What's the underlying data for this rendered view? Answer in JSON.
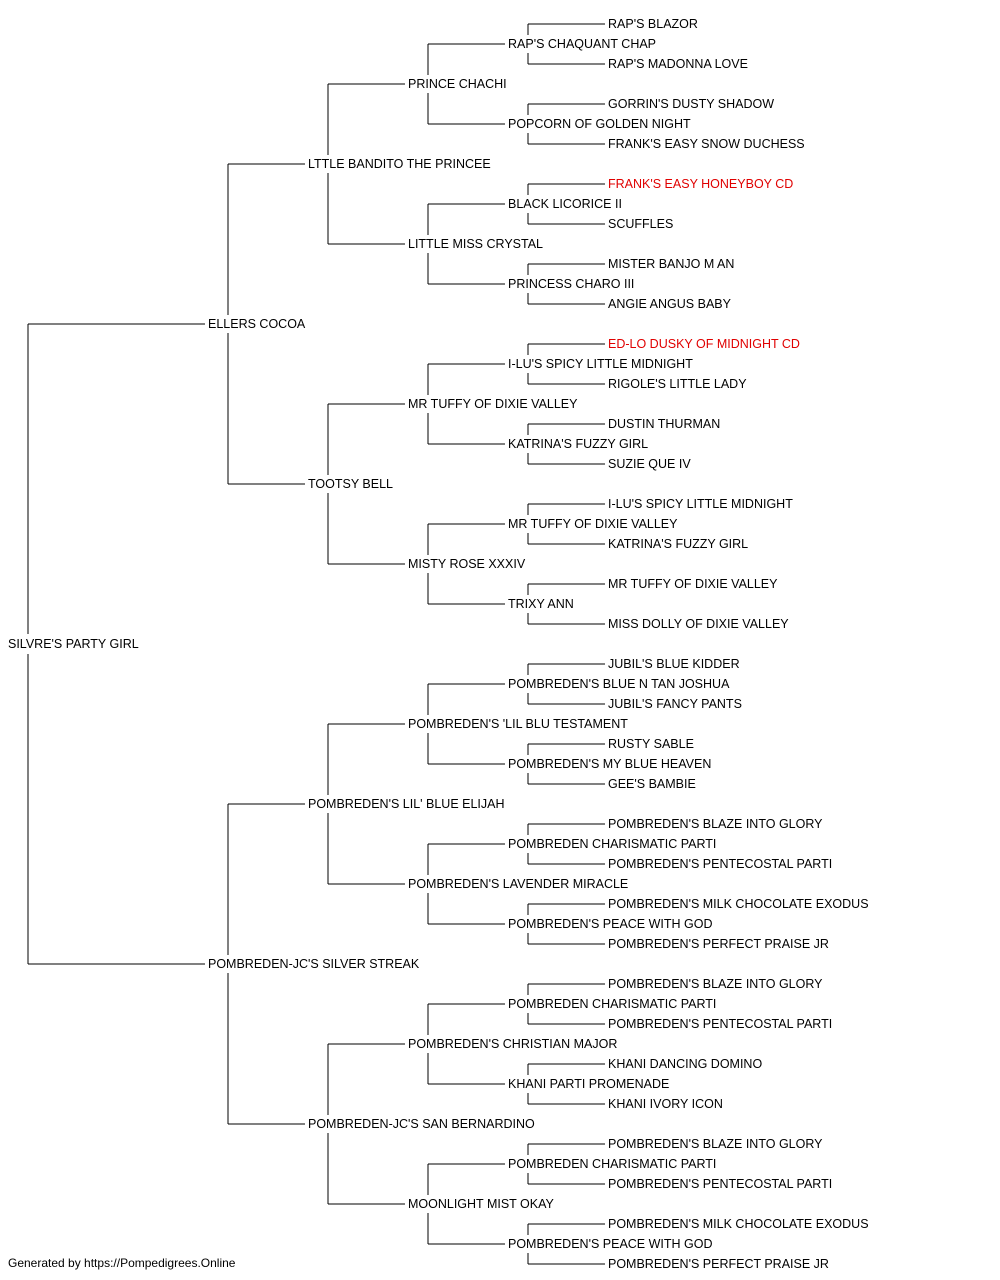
{
  "pedigree": {
    "name": "SILVRE'S PARTY GIRL",
    "sire": {
      "name": "ELLERS COCOA",
      "sire": {
        "name": "LTTLE BANDITO THE PRINCEE",
        "sire": {
          "name": "PRINCE CHACHI",
          "sire": {
            "name": "RAP'S CHAQUANT CHAP",
            "sire": {
              "name": "RAP'S BLAZOR"
            },
            "dam": {
              "name": "RAP'S MADONNA LOVE"
            }
          },
          "dam": {
            "name": "POPCORN OF GOLDEN NIGHT",
            "sire": {
              "name": "GORRIN'S DUSTY SHADOW"
            },
            "dam": {
              "name": "FRANK'S EASY SNOW DUCHESS"
            }
          }
        },
        "dam": {
          "name": "LITTLE MISS CRYSTAL",
          "sire": {
            "name": "BLACK LICORICE II",
            "sire": {
              "name": "FRANK'S EASY HONEYBOY CD",
              "highlight": true
            },
            "dam": {
              "name": "SCUFFLES"
            }
          },
          "dam": {
            "name": "PRINCESS CHARO III",
            "sire": {
              "name": "MISTER BANJO M AN"
            },
            "dam": {
              "name": "ANGIE ANGUS BABY"
            }
          }
        }
      },
      "dam": {
        "name": "TOOTSY BELL",
        "sire": {
          "name": "MR TUFFY OF DIXIE VALLEY",
          "sire": {
            "name": "I-LU'S SPICY LITTLE MIDNIGHT",
            "sire": {
              "name": "ED-LO DUSKY OF MIDNIGHT CD",
              "highlight": true
            },
            "dam": {
              "name": "RIGOLE'S LITTLE LADY"
            }
          },
          "dam": {
            "name": "KATRINA'S FUZZY GIRL",
            "sire": {
              "name": "DUSTIN THURMAN"
            },
            "dam": {
              "name": "SUZIE QUE IV"
            }
          }
        },
        "dam": {
          "name": "MISTY ROSE XXXIV",
          "sire": {
            "name": "MR TUFFY OF DIXIE VALLEY",
            "sire": {
              "name": "I-LU'S SPICY LITTLE MIDNIGHT"
            },
            "dam": {
              "name": "KATRINA'S FUZZY GIRL"
            }
          },
          "dam": {
            "name": "TRIXY ANN",
            "sire": {
              "name": "MR TUFFY OF DIXIE VALLEY"
            },
            "dam": {
              "name": "MISS DOLLY OF DIXIE VALLEY"
            }
          }
        }
      }
    },
    "dam": {
      "name": "POMBREDEN-JC'S SILVER STREAK",
      "sire": {
        "name": "POMBREDEN'S LIL' BLUE ELIJAH",
        "sire": {
          "name": "POMBREDEN'S 'LIL BLU TESTAMENT",
          "sire": {
            "name": "POMBREDEN'S BLUE N TAN JOSHUA",
            "sire": {
              "name": "JUBIL'S BLUE KIDDER"
            },
            "dam": {
              "name": "JUBIL'S FANCY PANTS"
            }
          },
          "dam": {
            "name": "POMBREDEN'S MY BLUE HEAVEN",
            "sire": {
              "name": "RUSTY SABLE"
            },
            "dam": {
              "name": "GEE'S BAMBIE"
            }
          }
        },
        "dam": {
          "name": "POMBREDEN'S LAVENDER MIRACLE",
          "sire": {
            "name": "POMBREDEN CHARISMATIC PARTI",
            "sire": {
              "name": "POMBREDEN'S BLAZE INTO GLORY"
            },
            "dam": {
              "name": "POMBREDEN'S PENTECOSTAL PARTI"
            }
          },
          "dam": {
            "name": "POMBREDEN'S PEACE WITH GOD",
            "sire": {
              "name": "POMBREDEN'S MILK CHOCOLATE EXODUS"
            },
            "dam": {
              "name": "POMBREDEN'S PERFECT PRAISE JR"
            }
          }
        }
      },
      "dam": {
        "name": "POMBREDEN-JC'S SAN BERNARDINO",
        "sire": {
          "name": "POMBREDEN'S CHRISTIAN MAJOR",
          "sire": {
            "name": "POMBREDEN CHARISMATIC PARTI",
            "sire": {
              "name": "POMBREDEN'S BLAZE INTO GLORY"
            },
            "dam": {
              "name": "POMBREDEN'S PENTECOSTAL PARTI"
            }
          },
          "dam": {
            "name": "KHANI PARTI PROMENADE",
            "sire": {
              "name": "KHANI DANCING DOMINO"
            },
            "dam": {
              "name": "KHANI IVORY ICON"
            }
          }
        },
        "dam": {
          "name": "MOONLIGHT MIST OKAY",
          "sire": {
            "name": "POMBREDEN CHARISMATIC PARTI",
            "sire": {
              "name": "POMBREDEN'S BLAZE INTO GLORY"
            },
            "dam": {
              "name": "POMBREDEN'S PENTECOSTAL PARTI"
            }
          },
          "dam": {
            "name": "POMBREDEN'S PEACE WITH GOD",
            "sire": {
              "name": "POMBREDEN'S MILK CHOCOLATE EXODUS"
            },
            "dam": {
              "name": "POMBREDEN'S PERFECT PRAISE JR"
            }
          }
        }
      }
    }
  },
  "colors": {
    "line": "#000000",
    "text": "#000000",
    "highlight": "#e00000"
  },
  "footer": "Generated by https://Pompedigrees.Online"
}
